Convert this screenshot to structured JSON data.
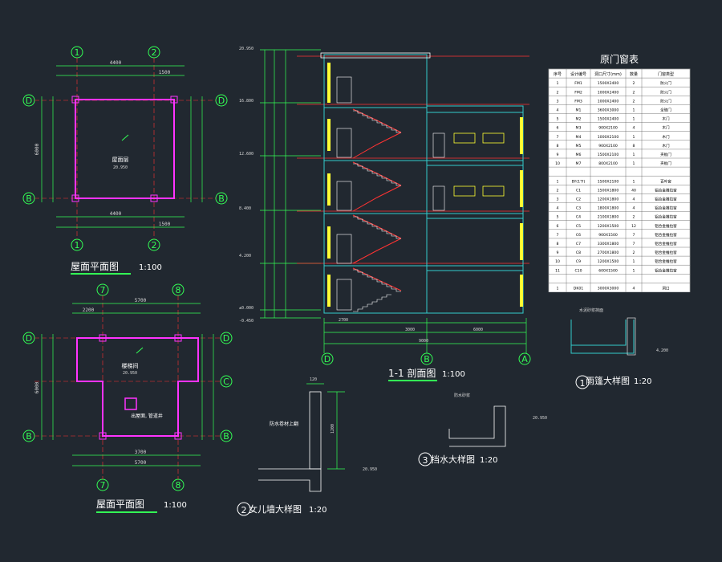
{
  "colors": {
    "background": "#212830",
    "dimension_green": "#33ff55",
    "wall_magenta": "#ff33ff",
    "section_red": "#ff3333",
    "window_yellow": "#ffff33",
    "element_cyan": "#33cccc",
    "text_white": "#ffffff"
  },
  "plan_top": {
    "title": "屋面平面图",
    "scale": "1:100",
    "axis_top": [
      "1",
      "2"
    ],
    "axis_side": [
      "D",
      "B"
    ],
    "dim_top_a": "4400",
    "dim_top_b": "1500",
    "dim_total": "4400",
    "dim_side": "6000",
    "note": "屋面层",
    "level": "20.950"
  },
  "plan_bottom": {
    "title": "屋面平面图",
    "scale": "1:100",
    "axis_top": [
      "7",
      "8"
    ],
    "axis_side": [
      "D",
      "C",
      "B"
    ],
    "dim_top_a": "2200",
    "dim_top_b": "3700",
    "dim_total": "5700",
    "dim_side": "6000",
    "note": "楼梯间",
    "level": "20.950",
    "note2": "出屋面, 管道井"
  },
  "section": {
    "title": "1-1 剖面图",
    "scale": "1:100",
    "axes": [
      "D",
      "B",
      "A"
    ],
    "levels": [
      "20.950",
      "16.800",
      "12.600",
      "8.400",
      "4.200",
      "±0.000",
      "-0.450"
    ],
    "dim_bottom_a": "2700",
    "dim_bottom_b": "3000",
    "dim_bottom_c": "6000",
    "dim_bottom_total": "9000"
  },
  "door_window_table": {
    "title": "原门窗表",
    "headers": [
      "序号",
      "设计编号",
      "洞口尺寸(mm)",
      "数量",
      "门窗类型"
    ],
    "rows": [
      [
        "1",
        "FM1",
        "1500X2400",
        "2",
        "防火门"
      ],
      [
        "2",
        "FM2",
        "1000X2400",
        "2",
        "防火门"
      ],
      [
        "3",
        "FM3",
        "1000X2400",
        "2",
        "防火门"
      ],
      [
        "4",
        "M1",
        "3600X3000",
        "1",
        "全玻门"
      ],
      [
        "5",
        "M2",
        "1500X2400",
        "1",
        "木门"
      ],
      [
        "6",
        "M3",
        "900X2100",
        "4",
        "木门"
      ],
      [
        "7",
        "M4",
        "1000X2100",
        "1",
        "木门"
      ],
      [
        "8",
        "M5",
        "900X2100",
        "8",
        "木门"
      ],
      [
        "9",
        "M6",
        "1500X2100",
        "1",
        "夹板门"
      ],
      [
        "10",
        "M7",
        "800X2100",
        "1",
        "夹板门"
      ],
      [
        "",
        "",
        "",
        "",
        ""
      ],
      [
        "1",
        "BY(1下)",
        "1500X2100",
        "1",
        "百叶窗"
      ],
      [
        "2",
        "C1",
        "1500X1800",
        "40",
        "铝合金推拉窗"
      ],
      [
        "3",
        "C2",
        "1200X1800",
        "4",
        "铝合金推拉窗"
      ],
      [
        "4",
        "C3",
        "1800X1800",
        "4",
        "铝合金推拉窗"
      ],
      [
        "5",
        "C4",
        "2100X1800",
        "2",
        "铝合金推拉窗"
      ],
      [
        "6",
        "C5",
        "1200X1500",
        "12",
        "铝合金推拉窗"
      ],
      [
        "7",
        "C6",
        "900X1500",
        "7",
        "铝合金推拉窗"
      ],
      [
        "8",
        "C7",
        "3300X1800",
        "7",
        "铝合金推拉窗"
      ],
      [
        "9",
        "C8",
        "2700X1800",
        "2",
        "铝合金推拉窗"
      ],
      [
        "10",
        "C9",
        "1200X1500",
        "1",
        "铝合金推拉窗"
      ],
      [
        "11",
        "C10",
        "600X1500",
        "1",
        "铝合金推拉窗"
      ],
      [
        "",
        "",
        "",
        "",
        ""
      ],
      [
        "1",
        "DK01",
        "3000X3000",
        "4",
        "洞口"
      ]
    ]
  },
  "detail_parapet": {
    "num": "2",
    "title": "女儿墙大样图",
    "scale": "1:20",
    "dim_height": "1200",
    "note": "防水卷材上翻",
    "level": "20.950",
    "top_dim": "120"
  },
  "detail_drip": {
    "num": "1",
    "title": "雨篷大样图",
    "scale": "1:20",
    "note": "水泥砂浆抹面",
    "level": "4.200"
  },
  "detail_water": {
    "num": "3",
    "title": "挡水大样图",
    "scale": "1:20",
    "note": "防水砂浆",
    "level": "20.950"
  }
}
